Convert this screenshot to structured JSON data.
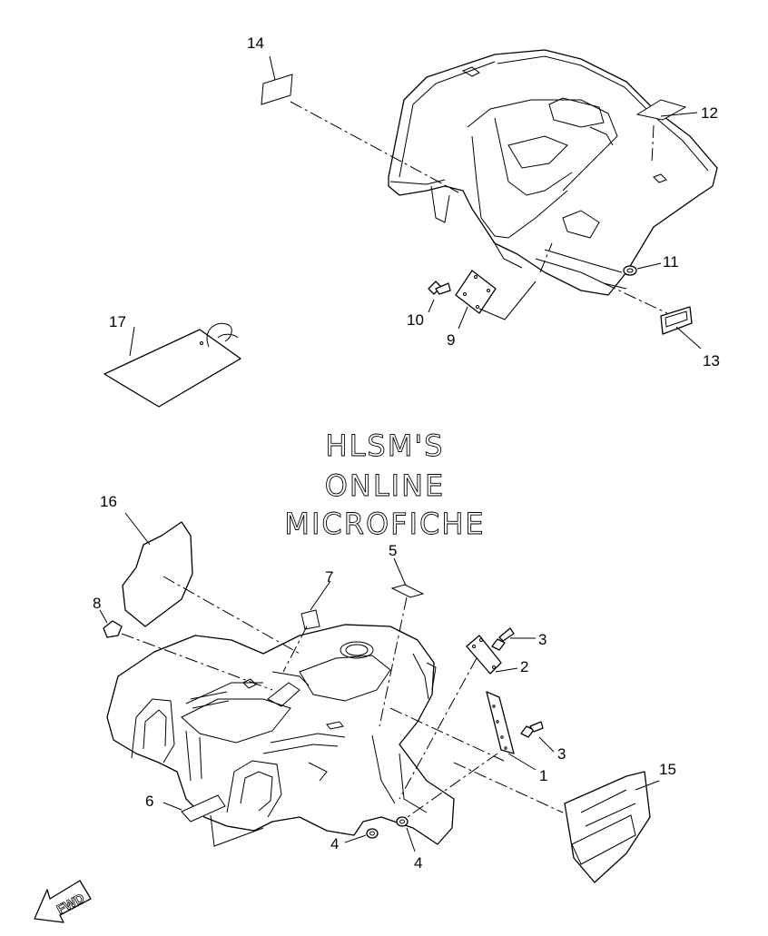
{
  "watermark": {
    "line1": "HLSM'S",
    "line2": "ONLINE",
    "line3": "MICROFICHE"
  },
  "fwd_label": "FWD",
  "callouts": {
    "c1": "1",
    "c2": "2",
    "c3a": "3",
    "c3b": "3",
    "c4a": "4",
    "c4b": "4",
    "c5": "5",
    "c6": "6",
    "c7": "7",
    "c8": "8",
    "c9": "9",
    "c10": "10",
    "c11": "11",
    "c12": "12",
    "c13": "13",
    "c14": "14",
    "c15": "15",
    "c16": "16",
    "c17": "17"
  },
  "colors": {
    "line": "#000000",
    "background": "#ffffff"
  }
}
